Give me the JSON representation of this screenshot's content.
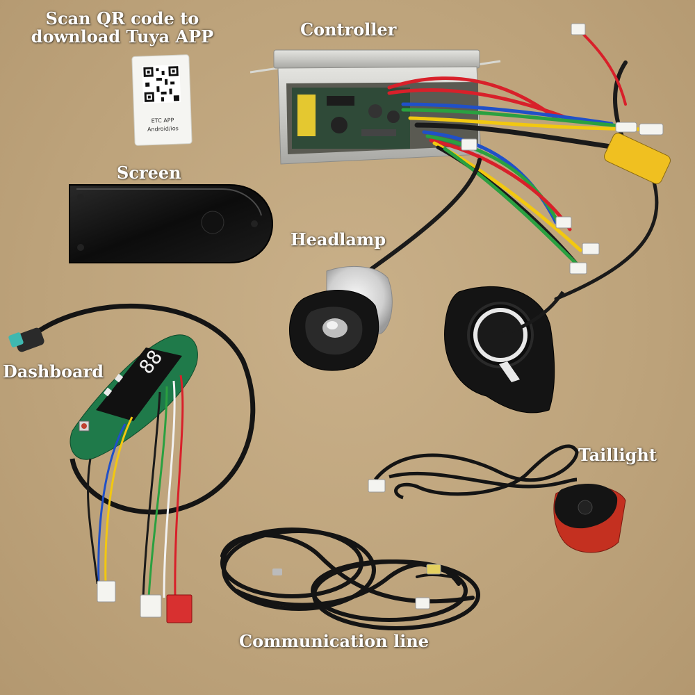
{
  "labels": {
    "qr_line1": "Scan QR code to",
    "qr_line2": "download Tuya APP",
    "controller": "Controller",
    "screen": "Screen",
    "headlamp": "Headlamp",
    "dashboard": "Dashboard",
    "taillight": "Taillight",
    "communication_line": "Communication line"
  },
  "qr_card": {
    "app_name": "ETC APP",
    "platforms": "Android/ios"
  },
  "colors": {
    "background": "#c0a67e",
    "label_text": "#ffffff",
    "cable_black": "#1a1a1a",
    "wire_red": "#d8202a",
    "wire_yellow": "#f2c810",
    "wire_green": "#2aa040",
    "wire_blue": "#2050c8",
    "connector_yellow": "#f0c020",
    "pcb_green": "#1f7a4a"
  }
}
